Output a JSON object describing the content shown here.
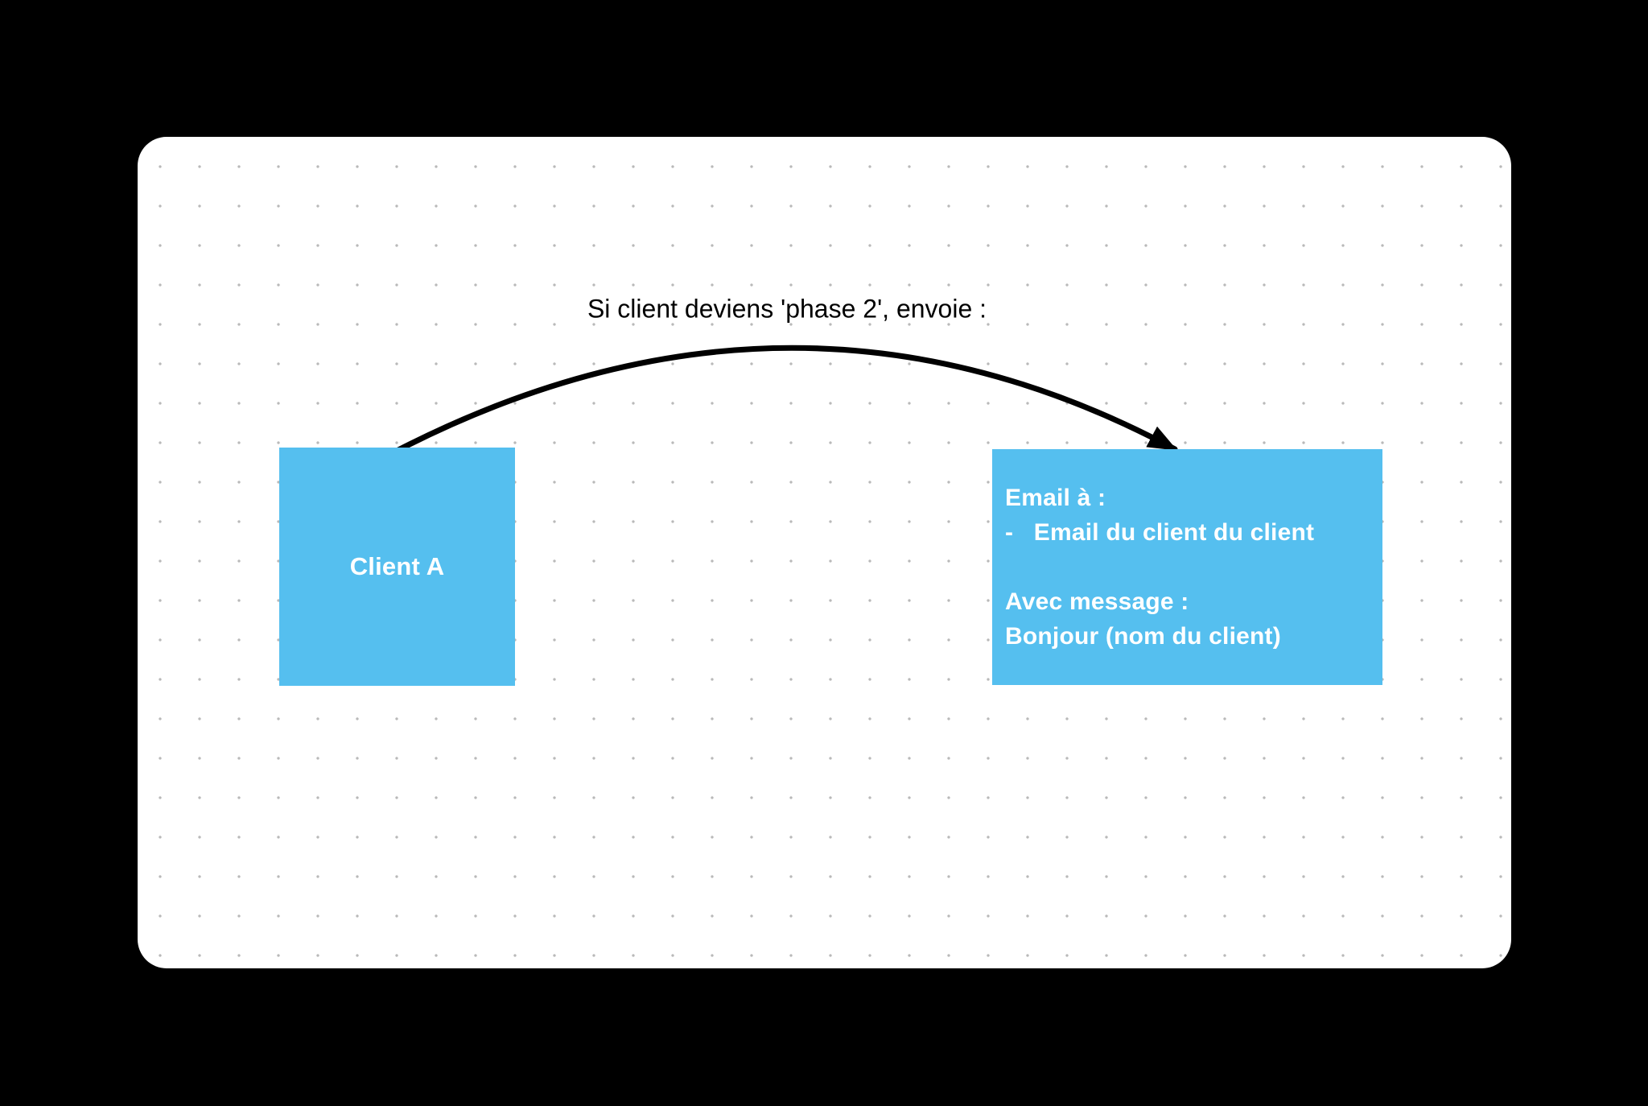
{
  "board": {
    "surface_color": "#ffffff",
    "backdrop_color": "#000000",
    "dot_color": "#b9b9b9"
  },
  "connector": {
    "label": "Si client deviens 'phase 2', envoie :",
    "color": "#000000"
  },
  "nodes": {
    "client_a": {
      "label": "Client A",
      "fill": "#55bfef",
      "text_color": "#ffffff"
    },
    "email_action": {
      "text": "Email à :\n-   Email du client du client\n\nAvec message :\nBonjour (nom du client)",
      "fill": "#55bfef",
      "text_color": "#ffffff"
    }
  }
}
